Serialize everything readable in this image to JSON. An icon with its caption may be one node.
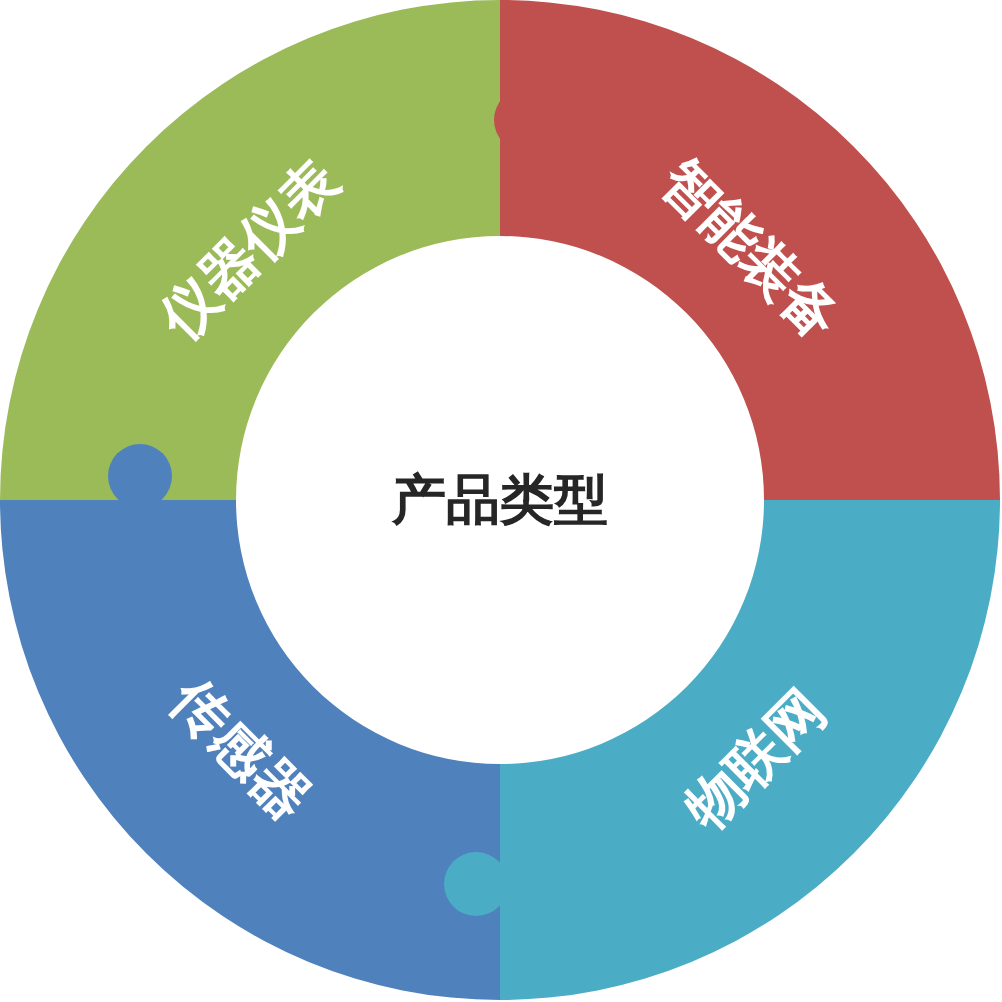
{
  "diagram": {
    "nodes": [
      {
        "text": [
          "仪器仪表"
        ]
      },
      {
        "text": [
          "智能装备"
        ]
      },
      {
        "text": [
          "产品类型"
        ]
      },
      {
        "text": [
          "传感器"
        ]
      },
      {
        "text": [
          "物联网"
        ]
      }
    ]
  }
}
